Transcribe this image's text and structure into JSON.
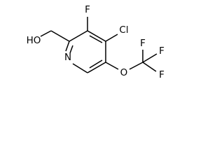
{
  "molecule": {
    "atoms": {
      "hydroxyl": "HO",
      "fluorine_ring": "F",
      "chlorine": "Cl",
      "nitrogen": "N",
      "ether_oxygen": "O",
      "cf3_fluorine_top": "F",
      "cf3_fluorine_right": "F",
      "cf3_fluorine_bottom": "F"
    }
  },
  "colors": {
    "bond": "#000000",
    "label": "#000000",
    "background": "#ffffff"
  }
}
